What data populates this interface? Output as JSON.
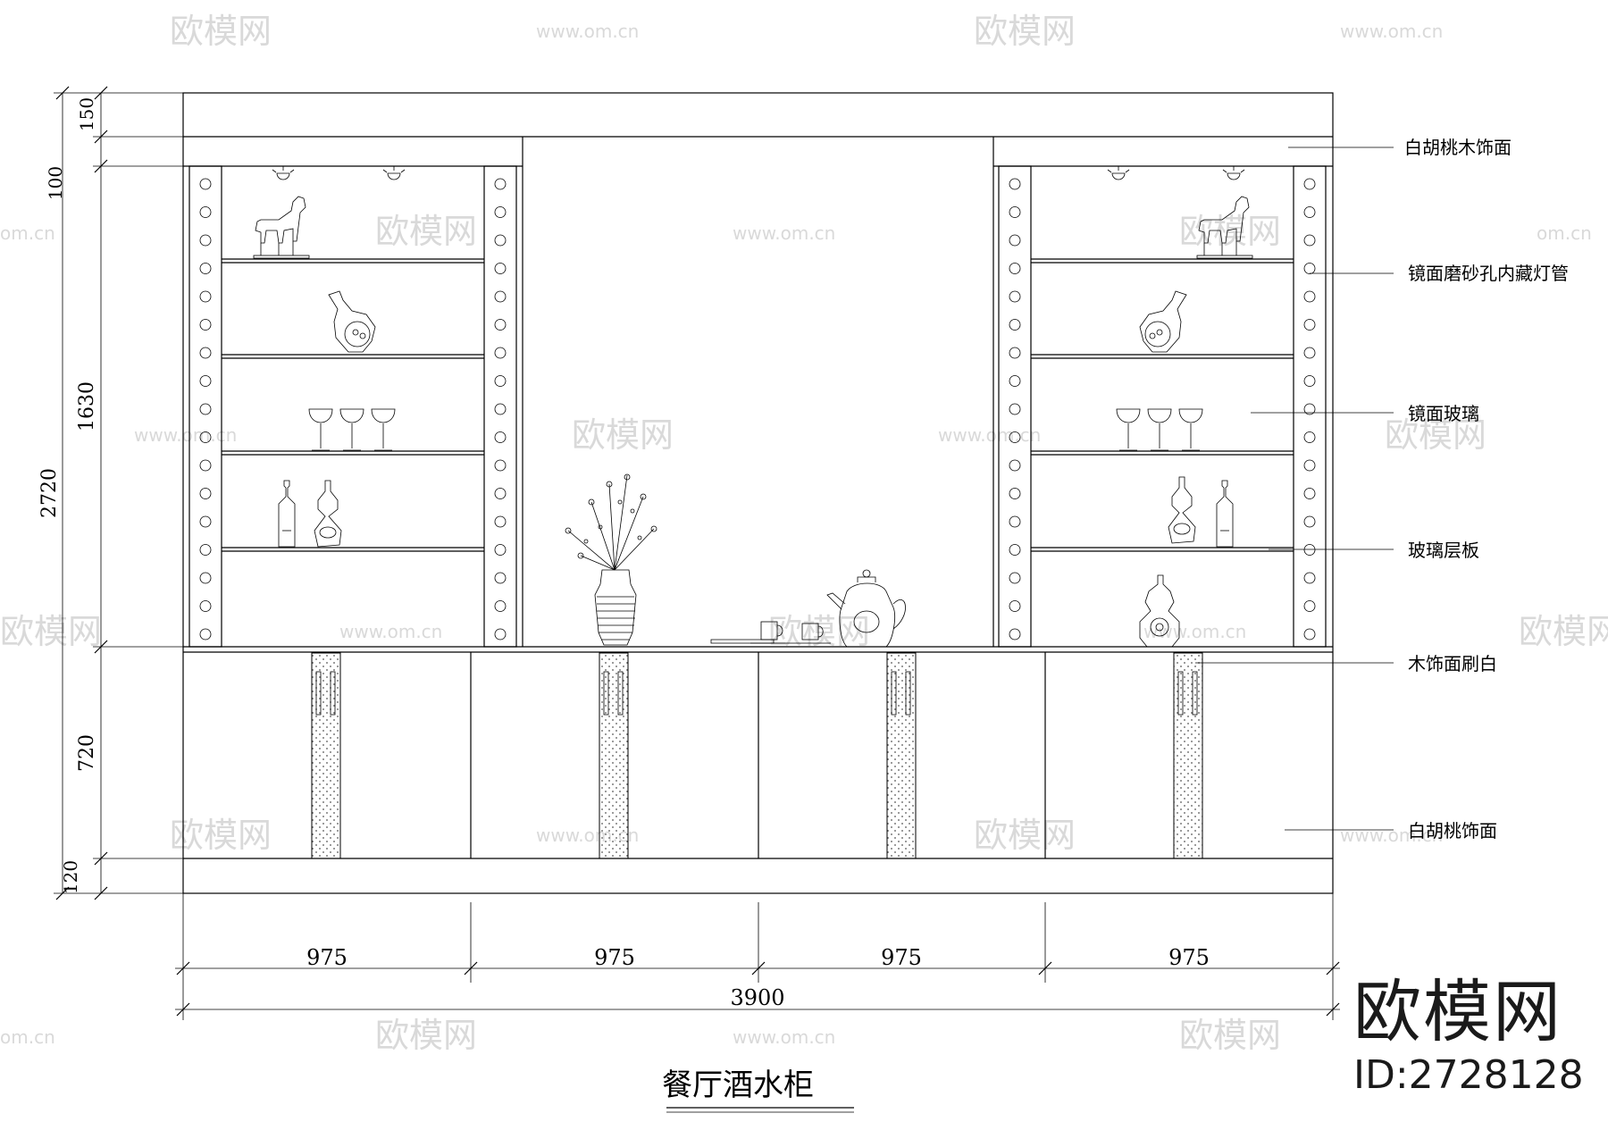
{
  "drawing": {
    "title": "餐厅酒水柜",
    "dims_vertical": {
      "total": "2720",
      "top": "150",
      "frieze": "100",
      "upper": "1630",
      "lower": "720",
      "plinth": "120"
    },
    "dims_horizontal": {
      "module_1": "975",
      "module_2": "975",
      "module_3": "975",
      "module_4": "975",
      "total": "3900"
    },
    "callouts": {
      "c1": "白胡桃木饰面",
      "c2": "镜面磨砂孔内藏灯管",
      "c3": "镜面玻璃",
      "c4": "玻璃层板",
      "c5": "木饰面刷白",
      "c6": "白胡桃饰面"
    }
  },
  "brand": {
    "logo": "欧模网",
    "id": "ID:2728128"
  },
  "watermarks": {
    "logo": "欧模网",
    "url": "www.om.cn",
    "url_short": "om.cn"
  }
}
